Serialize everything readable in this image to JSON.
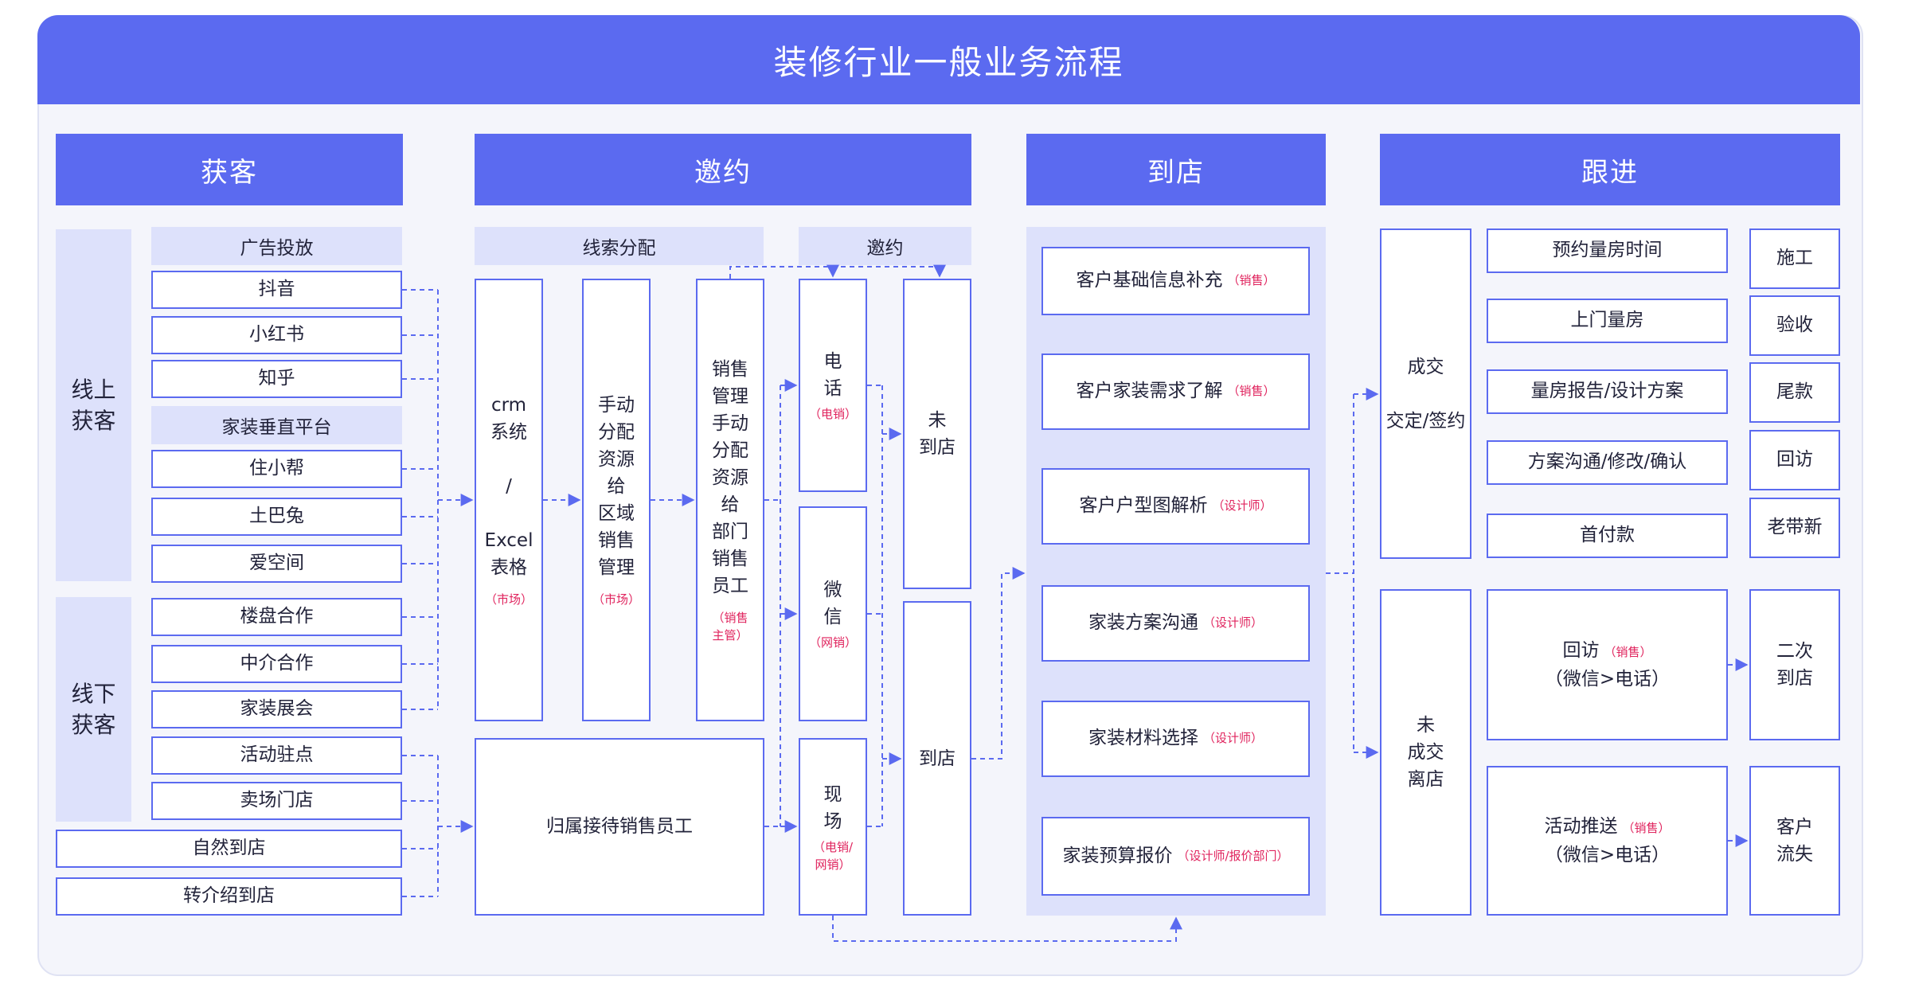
{
  "title": "装修行业一般业务流程",
  "sections": {
    "acquire": "获客",
    "invite": "邀约",
    "store": "到店",
    "follow": "跟进"
  },
  "acquire": {
    "online": "线上\n获客",
    "offline": "线下\n获客",
    "ads_header": "广告投放",
    "ads": [
      "抖音",
      "小红书",
      "知乎"
    ],
    "vertical_header": "家装垂直平台",
    "vertical": [
      "住小帮",
      "土巴兔",
      "爱空间"
    ],
    "offline_items": [
      "楼盘合作",
      "中介合作",
      "家装展会",
      "活动驻点",
      "卖场门店"
    ],
    "natural": "自然到店",
    "referral": "转介绍到店"
  },
  "invite": {
    "lead_header": "线索分配",
    "invite_header": "邀约",
    "crm": "crm\n系统\n\n/\n\nExcel\n表格",
    "crm_note": "（市场）",
    "manual_region": "手动\n分配\n资源\n给\n区域\n销售\n管理",
    "manual_region_note": "（市场）",
    "sales_mgr": "销售\n管理\n手动\n分配\n资源\n给\n部门\n销售\n员工",
    "sales_mgr_note": "（销售\n主管）",
    "phone": "电\n话",
    "phone_note": "（电销）",
    "wechat": "微\n信",
    "wechat_note": "（网销）",
    "onsite": "现\n场",
    "onsite_note": "（电销/\n网销）",
    "not_arrived": "未\n到店",
    "arrived": "到店",
    "reception": "归属接待销售员工"
  },
  "store": {
    "steps": [
      {
        "label": "客户基础信息补充",
        "note": "（销售）"
      },
      {
        "label": "客户家装需求了解",
        "note": "（销售）"
      },
      {
        "label": "客户户型图解析",
        "note": "（设计师）"
      },
      {
        "label": "家装方案沟通",
        "note": "（设计师）"
      },
      {
        "label": "家装材料选择",
        "note": "（设计师）"
      },
      {
        "label": "家装预算报价",
        "note": "（设计师/报价部门）"
      }
    ]
  },
  "follow": {
    "deal": "成交\n\n交定/签约",
    "no_deal": "未\n成交\n离店",
    "deal_steps": [
      "预约量房时间",
      "上门量房",
      "量房报告/设计方案",
      "方案沟通/修改/确认",
      "首付款"
    ],
    "deal_right": [
      "施工",
      "验收",
      "尾款",
      "回访",
      "老带新"
    ],
    "revisit": "回访",
    "revisit_note": "（销售）",
    "revisit_sub": "（微信>电话）",
    "promo": "活动推送",
    "promo_note": "（销售）",
    "promo_sub": "（微信>电话）",
    "second_visit": "二次\n到店",
    "lost": "客户\n流失"
  }
}
